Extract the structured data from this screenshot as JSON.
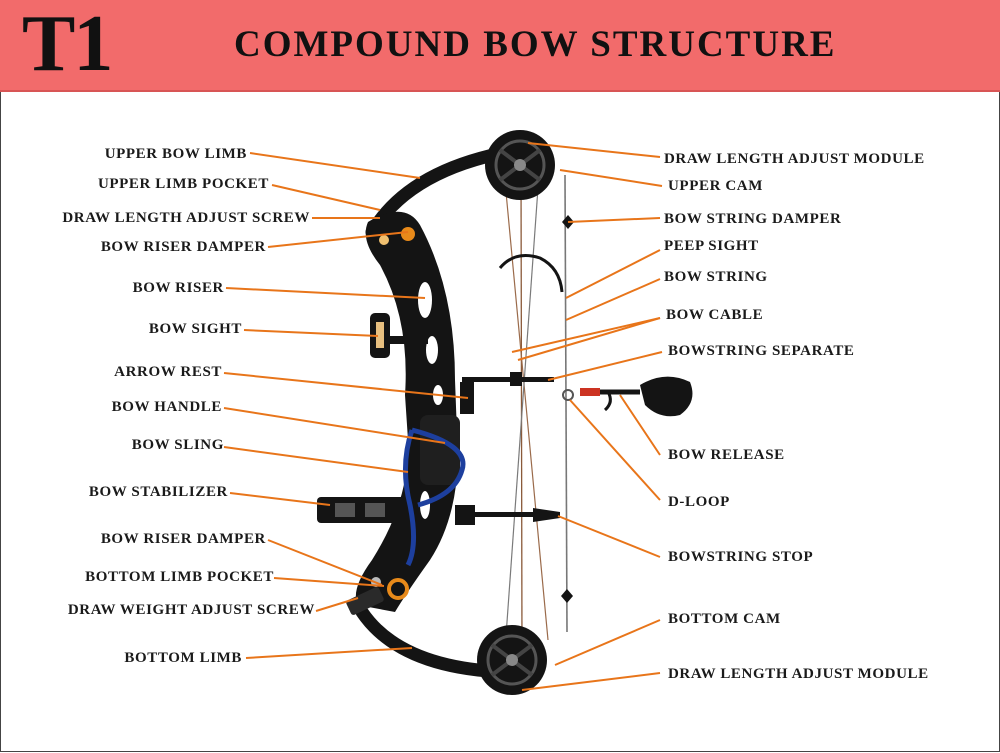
{
  "header": {
    "logo": "T1",
    "title": "COMPOUND BOW STRUCTURE"
  },
  "colors": {
    "header_bg": "#f26b6b",
    "leader": "#e8751a",
    "bow": "#141414",
    "sling": "#1d3f9e",
    "accent": "#e88a1a"
  },
  "left_labels": [
    "UPPER BOW LIMB",
    "UPPER LIMB POCKET",
    "DRAW LENGTH ADJUST SCREW",
    "BOW RISER DAMPER",
    "BOW RISER",
    "BOW SIGHT",
    "ARROW REST",
    "BOW HANDLE",
    "BOW SLING",
    "BOW STABILIZER",
    "BOW RISER DAMPER",
    "BOTTOM LIMB POCKET",
    "DRAW WEIGHT ADJUST SCREW",
    "BOTTOM LIMB"
  ],
  "right_labels": [
    "DRAW LENGTH ADJUST MODULE",
    "UPPER CAM",
    "BOW STRING DAMPER",
    "PEEP SIGHT",
    "BOW STRING",
    "BOW CABLE",
    "BOWSTRING SEPARATE",
    "BOW RELEASE",
    "D-LOOP",
    "BOWSTRING STOP",
    "BOTTOM CAM",
    "DRAW LENGTH ADJUST MODULE"
  ]
}
